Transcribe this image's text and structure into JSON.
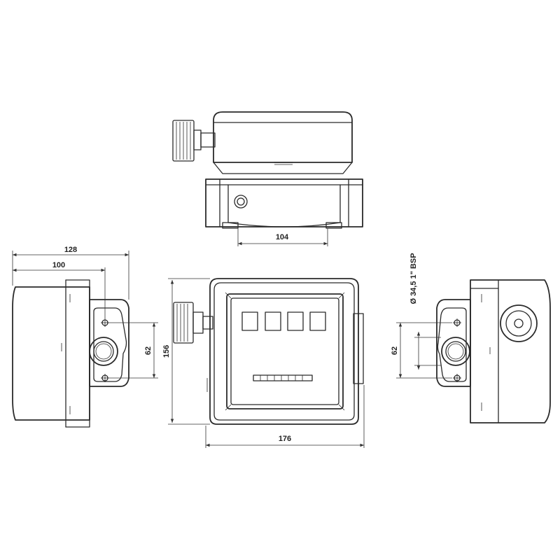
{
  "dimensions": {
    "top_width": "104",
    "left_overall": "128",
    "left_partial": "100",
    "left_port_spacing": "62",
    "front_height": "156",
    "front_width": "176",
    "right_port_spacing": "62",
    "thread_spec": "Ø 34,5 1\" BSP"
  }
}
